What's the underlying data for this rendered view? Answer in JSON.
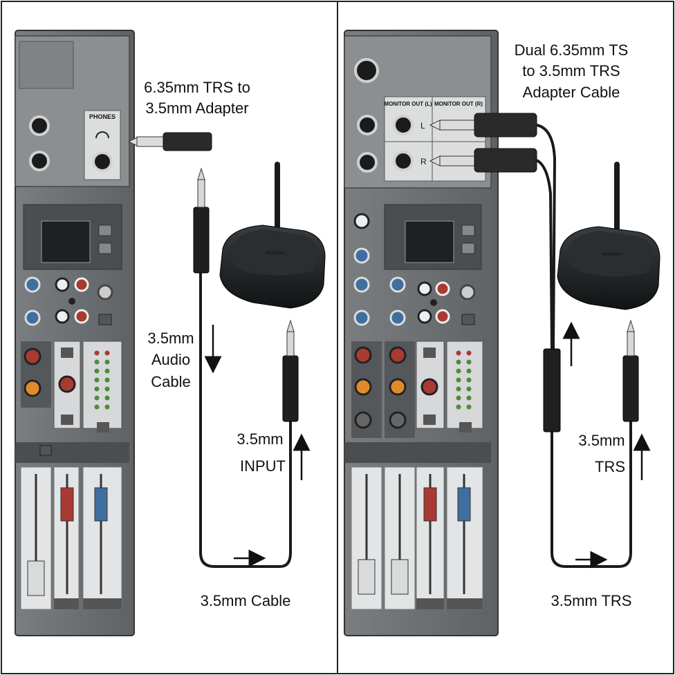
{
  "left": {
    "panel_label": "PHONES",
    "adapter_label_line1": "6.35mm TRS to",
    "adapter_label_line2": "3.5mm Adapter",
    "cable_label_line1": "3.5mm",
    "cable_label_line2": "Audio",
    "cable_label_line3": "Cable",
    "input_label_line1": "3.5mm",
    "input_label_line2": "INPUT",
    "bottom_label": "3.5mm Cable"
  },
  "right": {
    "monitor_left_label": "MONITOR OUT (L)",
    "monitor_right_label": "MONITOR OUT (R)",
    "jack_l": "L",
    "jack_r": "R",
    "adapter_label_line1": "Dual 6.35mm TS",
    "adapter_label_line2": "to 3.5mm TRS",
    "adapter_label_line3": "Adapter Cable",
    "trs_label_line1": "3.5mm",
    "trs_label_line2": "TRS",
    "bottom_label": "3.5mm TRS"
  },
  "device": {
    "brand": "Avantree"
  },
  "colors": {
    "mixer_body": "#6d7174",
    "mixer_dark": "#3f4346",
    "panel_light": "#c9cbcc",
    "knob_blue": "#3f6f9e",
    "knob_red": "#a83a32",
    "knob_orange": "#e08a2c",
    "led_green": "#4f8a3c",
    "cable": "#1a1a1a"
  }
}
